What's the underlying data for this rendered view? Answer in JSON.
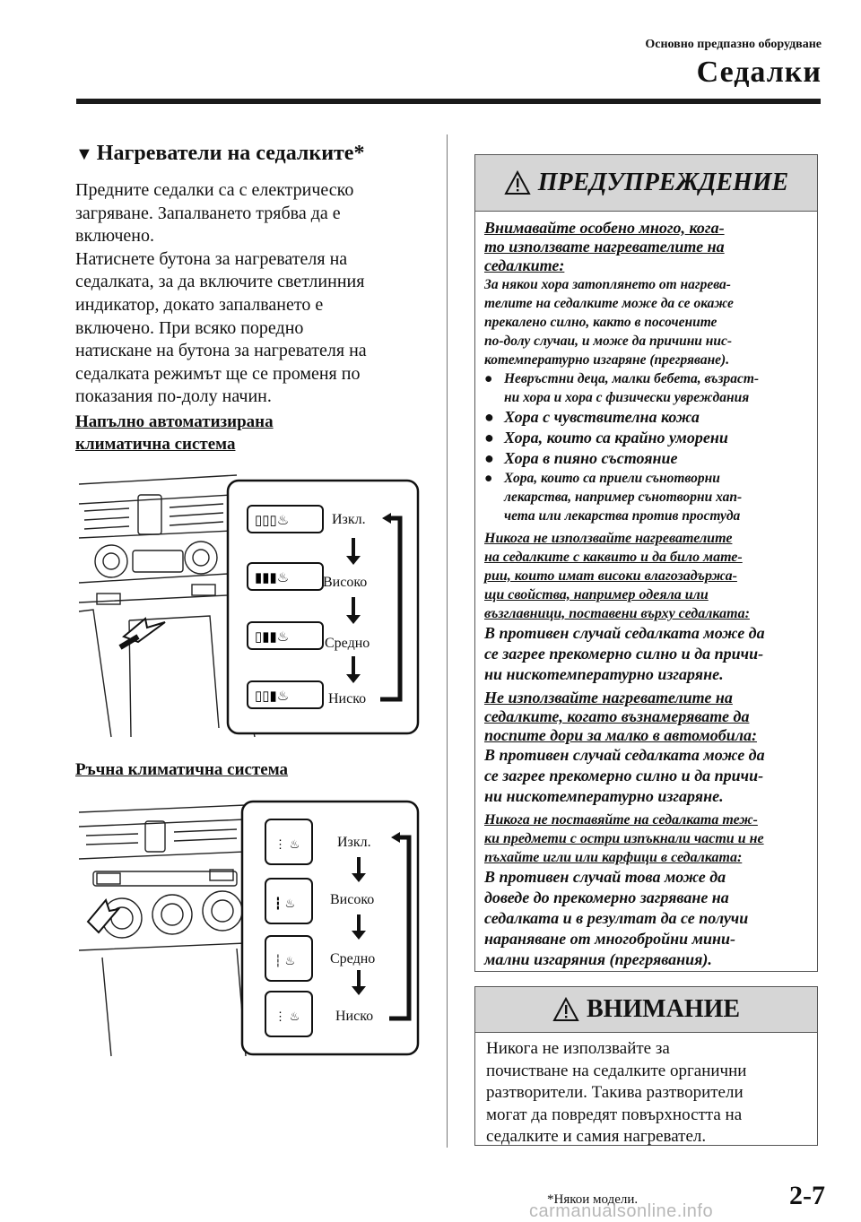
{
  "header": {
    "section": "Основно предпазно оборудване",
    "chapter": "Седалки"
  },
  "main": {
    "title": "Нагреватели на седалките*",
    "intro": [
      "Предните седалки са с електрическо",
      "загряване. Запалването трябва да е",
      "включено.",
      "Натиснете бутона за нагревателя на",
      "седалката, за да включите светлинния",
      "индикатор, докато запалването е",
      "включено. При всяко поредно",
      "натискане на бутона за нагревателя на",
      "седалката режимът ще се променя по",
      "показания по-долу начин."
    ],
    "auto_heading": [
      "Напълно автоматизирана",
      "климатична система"
    ],
    "manual_heading": "Ръчна климатична система",
    "modes": [
      "Изкл.",
      "Високо",
      "Средно",
      "Ниско"
    ]
  },
  "warning": {
    "title": "ПРЕДУПРЕЖДЕНИЕ",
    "u1": [
      "Внимавайте особено много, кога-",
      "то използвате нагревателите на",
      "седалките:"
    ],
    "p1": [
      "За някои хора затоплянето от нагрева-",
      "телите на седалките може да се окаже",
      "прекалено силно, както в посочените",
      "по-долу случаи, и може да причини нис-",
      "котемпературно изгаряне (прегряване)."
    ],
    "bullets": [
      [
        "Невръстни деца, малки бебета, възраст-",
        "ни хора и хора с физически увреждания"
      ],
      [
        "Хора с чувствителна кожа"
      ],
      [
        "Хора, които са крайно уморени"
      ],
      [
        "Хора в пияно състояние"
      ],
      [
        "Хора, които са приели сънотворни",
        "лекарства, например сънотворни хап-",
        "чета или лекарства против простуда"
      ]
    ],
    "u2": [
      "Никога не използвайте нагревателите",
      "на седалките с каквито и да било мате-",
      "рии, които имат високи влагозадържа-",
      "щи свойства, например одеяла или",
      "възглавници, поставени върху седалката:"
    ],
    "p2": [
      "В противен случай седалката може да",
      "се загрее прекомерно силно и да причи-",
      "ни нискотемпературно изгаряне."
    ],
    "u3": [
      "Не използвайте нагревателите на",
      "седалките, когато възнамерявате да",
      "поспите дори за малко в автомобила:"
    ],
    "p3": [
      "В противен случай седалката може да",
      "се загрее прекомерно силно и да причи-",
      "ни нискотемпературно изгаряне."
    ],
    "u4": [
      "Никога не поставяйте на седалката теж-",
      "ки предмети с остри изпъкнали части и не",
      "пъхайте игли или карфици в седалката:"
    ],
    "p4": [
      "В противен случай това може да",
      "доведе до прекомерно загряване на",
      "седалката и в резултат да се получи",
      "нараняване от многобройни мини-",
      "мални изгаряния (прегрявания)."
    ]
  },
  "caution": {
    "title": "ВНИМАНИЕ",
    "text": [
      "Никога не използвайте за",
      "почистване на седалките органични",
      "разтворители. Такива разтворители",
      "могат да повредят повърхността на",
      "седалките и самия нагревател."
    ]
  },
  "footer": {
    "note": "*Някои модели.",
    "page": "2-7",
    "watermark": "carmanualsonline.info"
  }
}
